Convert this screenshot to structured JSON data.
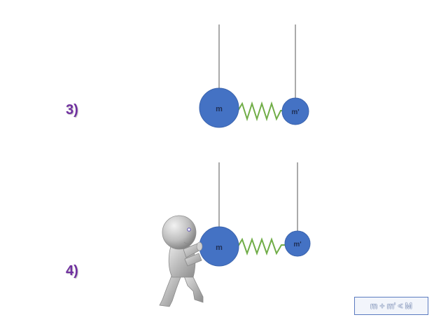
{
  "scenes": {
    "scene3": {
      "number": "3)",
      "mass_big": "m",
      "mass_small": "m'"
    },
    "scene4": {
      "number": "4)",
      "mass_big": "m",
      "mass_small": "m'"
    }
  },
  "formula": "m + m' < M",
  "colors": {
    "mass": "#4472c4",
    "spring": "#70ad47",
    "string": "#555555",
    "number": "#7030a0"
  },
  "icons": {
    "figure": "person-pushing-icon"
  }
}
